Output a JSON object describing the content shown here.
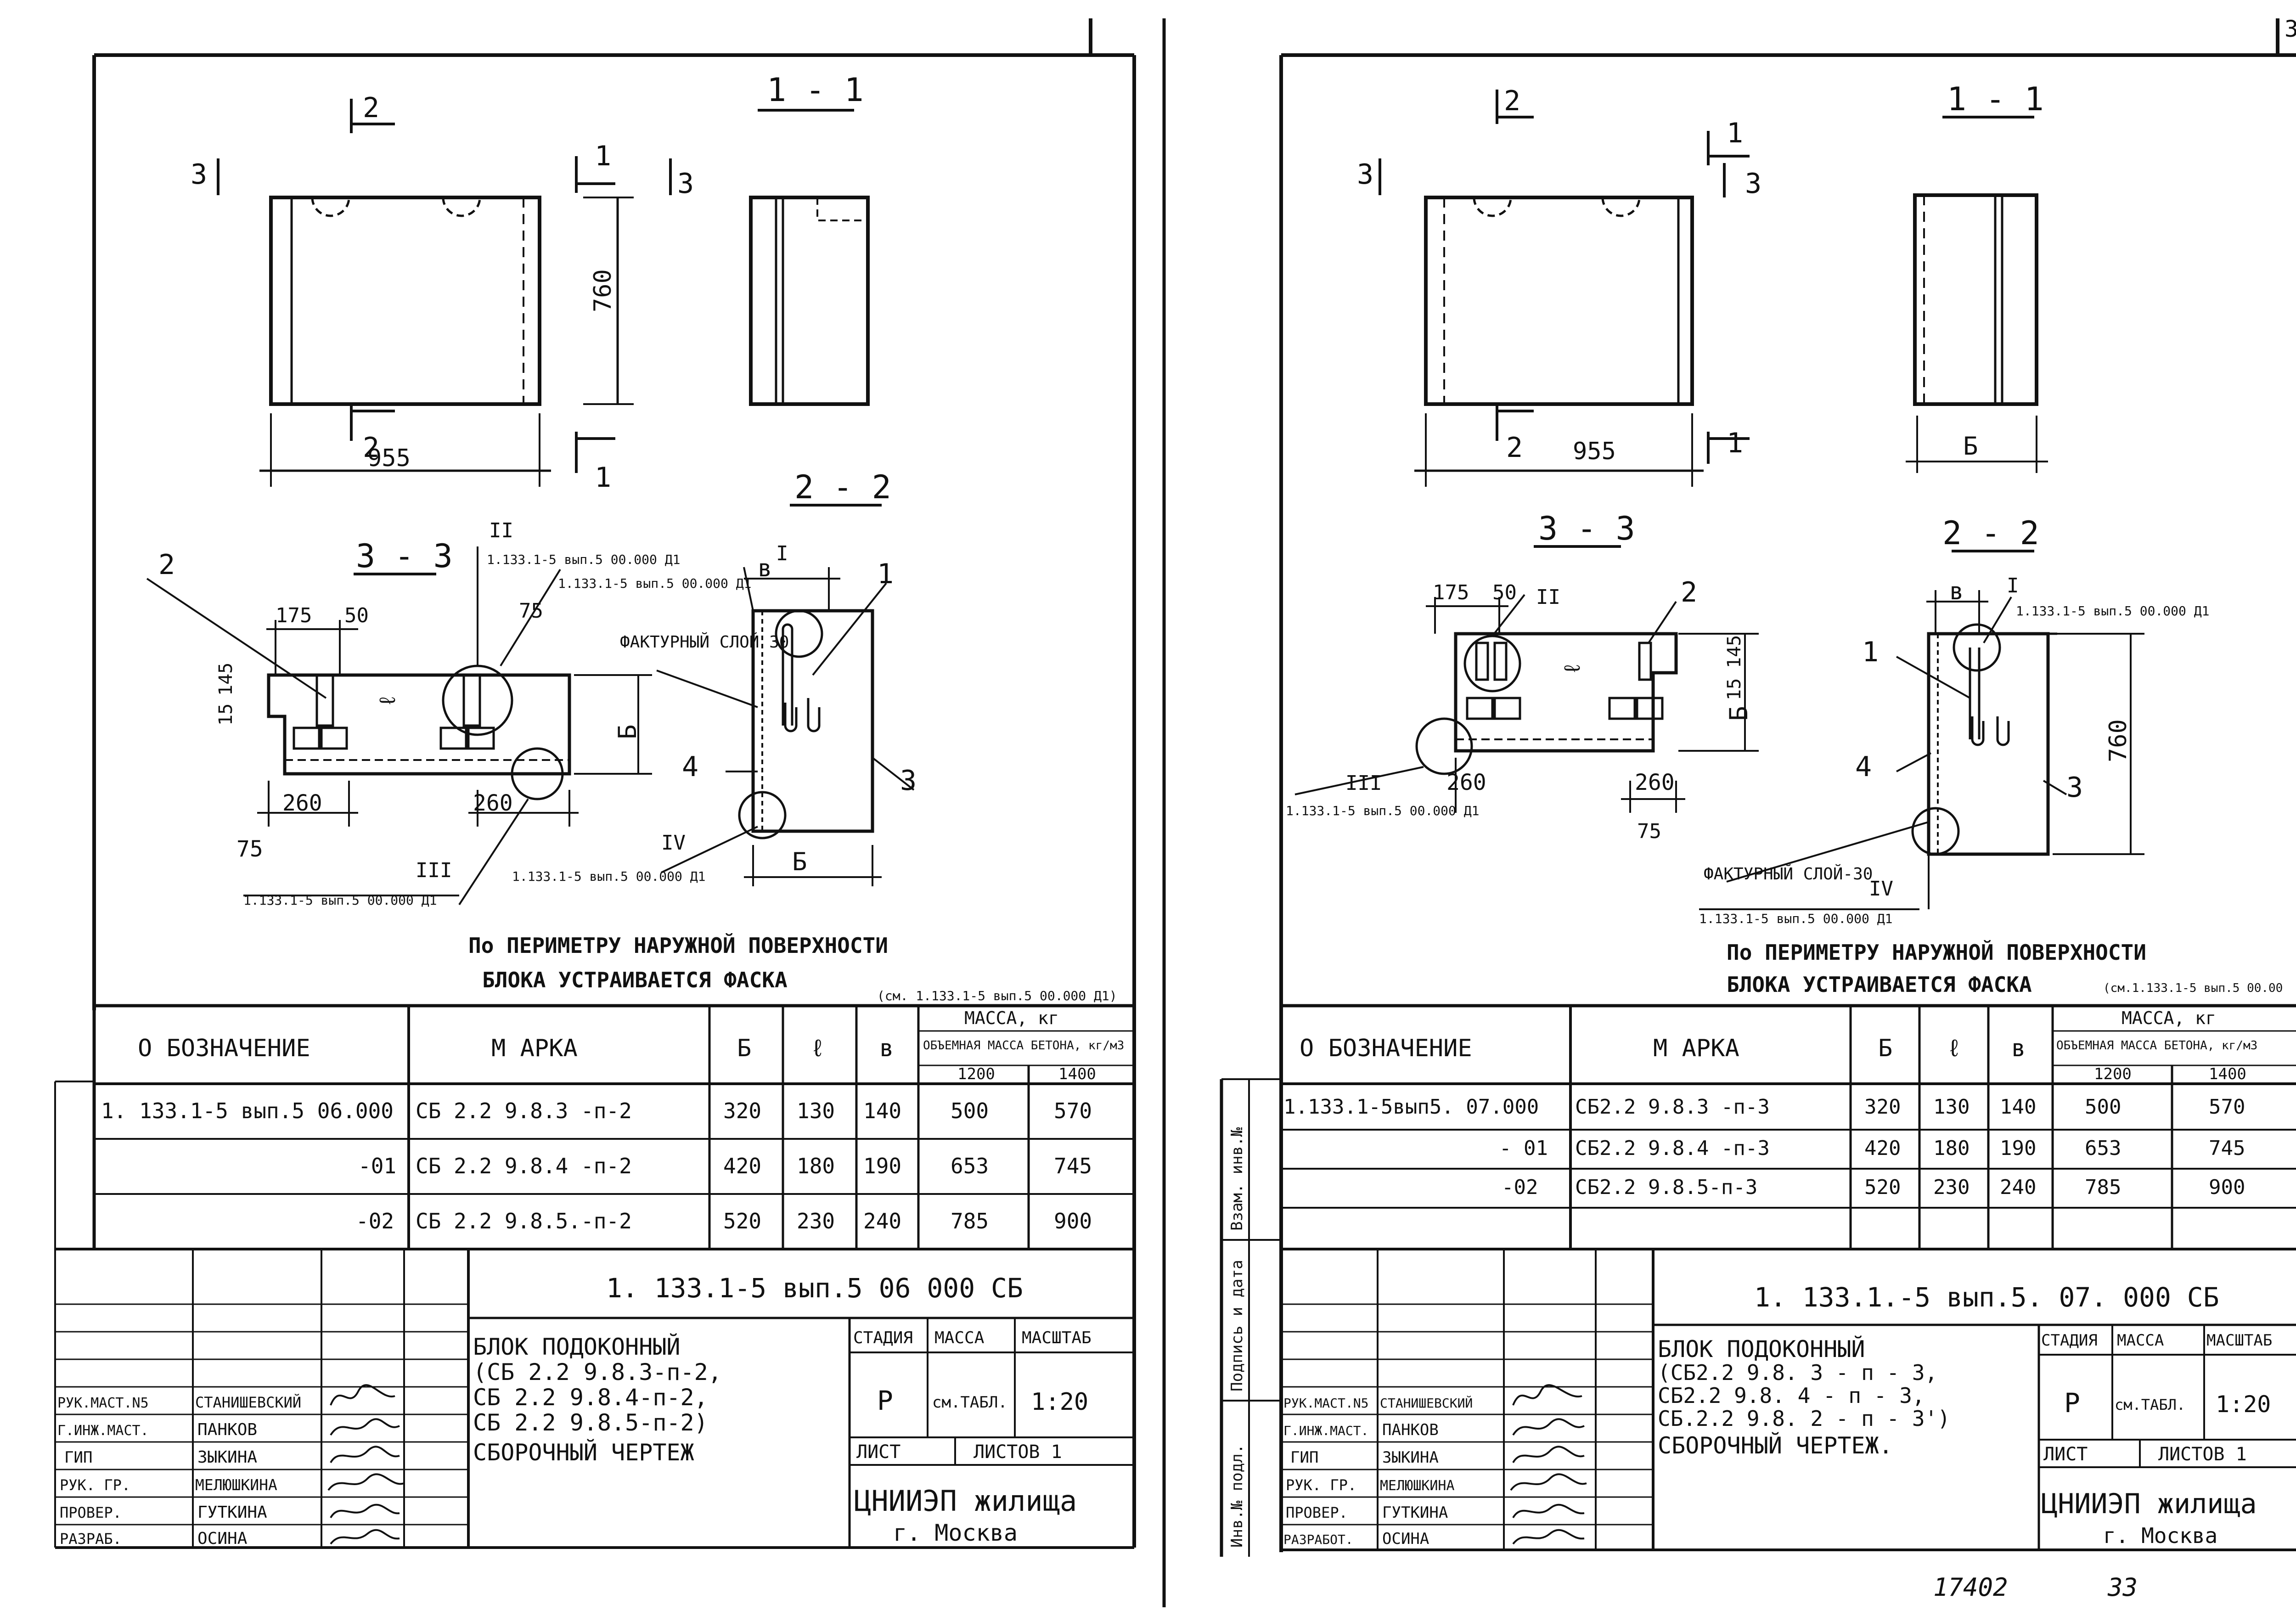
{
  "common": {
    "dim_955": "955",
    "dim_760": "760",
    "dim_260": "260",
    "dim_175": "175",
    "dim_50": "50",
    "dim_75": "75",
    "dim_15": "15",
    "dim_145": "145",
    "dim_b_label": "Б",
    "dim_l_label": "ℓ",
    "dim_v_label": "в",
    "cut_1": "1",
    "cut_2": "2",
    "cut_3": "3",
    "section_1_1": "1 - 1",
    "section_2_2": "2 - 2",
    "section_3_3": "3 - 3",
    "callout_1": "1",
    "callout_2": "2",
    "callout_3": "3",
    "callout_4": "4",
    "roman_1": "I",
    "roman_2": "II",
    "roman_3": "III",
    "roman_4": "IV",
    "facing_layer": "ФАКТУРНЫЙ СЛОЙ 30",
    "facing_layer_right": "ФАКТУРНЫЙ СЛОЙ-30",
    "ref_d1": "1.133.1-5 вып.5 00.000 Д1"
  },
  "left_sheet": {
    "note_line1": "По ПЕРИМЕТРУ НАРУЖНОЙ ПОВЕРХНОСТИ",
    "note_line2": "БЛОКА     УСТРАИВАЕТСЯ  ФАСКА",
    "note_ref": "(см. 1.133.1-5 вып.5 00.000 Д1)",
    "table": {
      "headers": {
        "designation": "О БОЗНАЧЕНИЕ",
        "mark": "М АРКА",
        "b": "Б",
        "l": "ℓ",
        "v": "в",
        "mass": "МАССА, кг",
        "density": "ОБЪЕМНАЯ МАССА БЕТОНА, кг/м3",
        "d1200": "1200",
        "d1400": "1400"
      },
      "rows": [
        {
          "designation": "1. 133.1-5 вып.5 06.000",
          "mark": "СБ 2.2  9.8.3 -п-2",
          "b": "320",
          "l": "130",
          "v": "140",
          "m1200": "500",
          "m1400": "570"
        },
        {
          "designation": "-01",
          "mark": "СБ 2.2  9.8.4 -п-2",
          "b": "420",
          "l": "180",
          "v": "190",
          "m1200": "653",
          "m1400": "745"
        },
        {
          "designation": "-02",
          "mark": "СБ 2.2  9.8.5.-п-2",
          "b": "520",
          "l": "230",
          "v": "240",
          "m1200": "785",
          "m1400": "900"
        }
      ]
    },
    "title_block": {
      "doc_code": "1. 133.1-5 вып.5  06  000 СБ",
      "name_line1": "БЛОК  ПОДОКОННЫЙ",
      "name_line2": "(СБ 2.2  9.8.3-п-2,",
      "name_line3": " СБ 2.2  9.8.4-п-2,",
      "name_line4": " СБ 2.2  9.8.5-п-2)",
      "name_line5": "СБОРОЧНЫЙ  ЧЕРТЕЖ",
      "stage_label": "СТАДИЯ",
      "mass_label": "МАССА",
      "scale_label": "МАСШТАБ",
      "stage_value": "Р",
      "mass_value": "см.ТАБЛ.",
      "scale_value": "1:20",
      "sheet_label": "ЛИСТ",
      "sheets_label": "ЛИСТОВ 1",
      "org_line1": "ЦНИИЭП жилища",
      "org_line2": "г. Москва",
      "roles": [
        "РУК.МАСТ.N5",
        "Г.ИНЖ.МАСТ.",
        "ГИП",
        "РУК. ГР.",
        "ПРОВЕР.",
        "РАЗРАБ."
      ],
      "names": [
        "СТАНИШЕВСКИЙ",
        "ПАНКОВ",
        "ЗЫКИНА",
        "МЕЛЮШКИНА",
        "ГУТКИНА",
        "ОСИНА"
      ]
    }
  },
  "right_sheet": {
    "corner_sheet_no": "3",
    "note_line1": "По ПЕРИМЕТРУ НАРУЖНОЙ  ПОВЕРХНОСТИ",
    "note_line2": "БЛОКА УСТРАИВАЕТСЯ   ФАСКА",
    "note_ref": "(см.1.133.1-5 вып.5 00.00",
    "dim_b": "Б",
    "side_stamps": [
      "Взам. инв.№",
      "Подпись и дата",
      "Инв.№ подл."
    ],
    "table": {
      "headers": {
        "designation": "О БОЗНАЧЕНИЕ",
        "mark": "М АРКА",
        "b": "Б",
        "l": "ℓ",
        "v": "в",
        "mass": "МАССА, кг",
        "density": "ОБЪЕМНАЯ МАССА БЕТОНА, кг/м3",
        "d1200": "1200",
        "d1400": "1400"
      },
      "rows": [
        {
          "designation": "1.133.1-5вып5. 07.000",
          "mark": "СБ2.2  9.8.3 -п-3",
          "b": "320",
          "l": "130",
          "v": "140",
          "m1200": "500",
          "m1400": "570"
        },
        {
          "designation": "- 01",
          "mark": "СБ2.2  9.8.4 -п-3",
          "b": "420",
          "l": "180",
          "v": "190",
          "m1200": "653",
          "m1400": "745"
        },
        {
          "designation": "-02",
          "mark": "СБ2.2  9.8.5-п-3",
          "b": "520",
          "l": "230",
          "v": "240",
          "m1200": "785",
          "m1400": "900"
        }
      ]
    },
    "title_block": {
      "doc_code": "1. 133.1.-5 вып.5. 07. 000 СБ",
      "name_line1": "БЛОК  ПОДОКОННЫЙ",
      "name_line2": "(СБ2.2  9.8. 3 - п - 3,",
      "name_line3": " СБ2.2  9.8. 4 - п - 3,",
      "name_line4": " СБ.2.2  9.8. 2 - п - 3')",
      "name_line5": "СБОРОЧНЫЙ  ЧЕРТЕЖ.",
      "stage_label": "СТАДИЯ",
      "mass_label": "МАССА",
      "scale_label": "МАСШТАБ",
      "stage_value": "Р",
      "mass_value": "см.ТАБЛ.",
      "scale_value": "1:20",
      "sheet_label": "ЛИСТ",
      "sheets_label": "ЛИСТОВ 1",
      "org_line1": "ЦНИИЭП жилища",
      "org_line2": "г. Москва",
      "roles": [
        "РУК.МАСТ.N5",
        "Г.ИНЖ.МАСТ.",
        "ГИП",
        "РУК. ГР.",
        "ПРОВЕР.",
        "РАЗРАБОТ."
      ],
      "names": [
        "СТАНИШЕВСКИЙ",
        "ПАНКОВ",
        "ЗЫКИНА",
        "МЕЛЮШКИНА",
        "ГУТКИНА",
        "ОСИНА"
      ]
    }
  },
  "footer": {
    "archive_no": "17402",
    "page_no": "33"
  },
  "colors": {
    "ink": "#111111",
    "paper": "#ffffff"
  }
}
